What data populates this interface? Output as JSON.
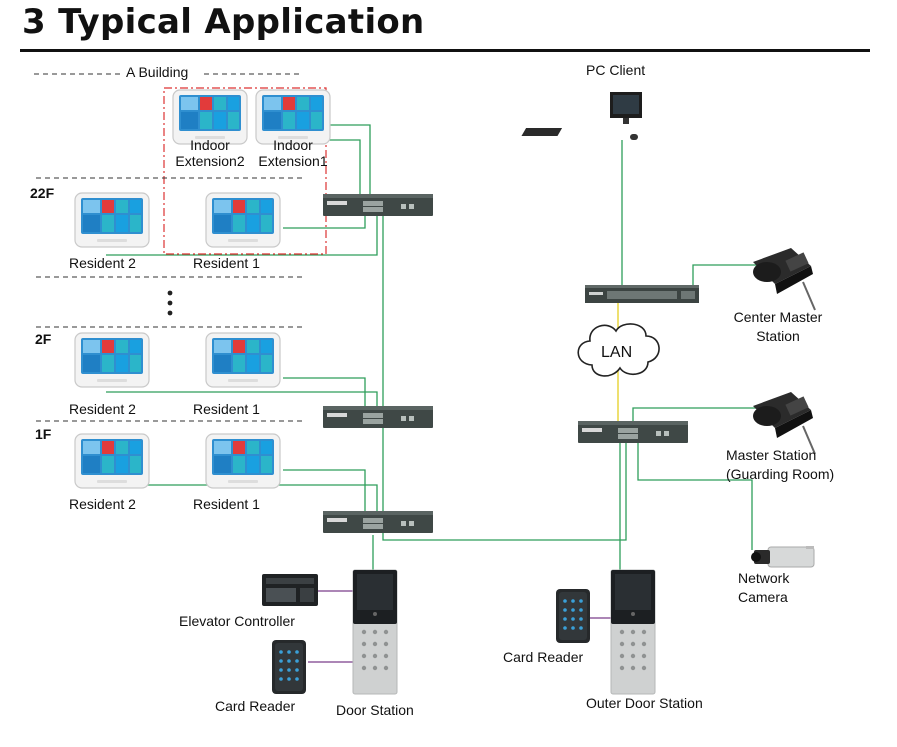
{
  "title": "3 Typical Application",
  "building_label": "A Building",
  "floors": {
    "f22": "22F",
    "f2": "2F",
    "f1": "1F"
  },
  "indoor_ext2": [
    "Indoor",
    "Extension2"
  ],
  "indoor_ext1": [
    "Indoor",
    "Extension1"
  ],
  "resident_2": "Resident 2",
  "resident_1": "Resident 1",
  "pc_client": "PC Client",
  "center_master": [
    "Center Master",
    "Station"
  ],
  "lan": "LAN",
  "master_station": [
    "Master Station",
    "(Guarding Room)"
  ],
  "network_camera": [
    "Network",
    "Camera"
  ],
  "elevator_controller": "Elevator Controller",
  "card_reader": "Card Reader",
  "door_station": "Door Station",
  "outer_door_station": "Outer Door Station",
  "colors": {
    "link": "#2e9e5b",
    "lan_link": "#e8d640",
    "reader_link": "#7a3f8a",
    "building_box": "#d33"
  }
}
